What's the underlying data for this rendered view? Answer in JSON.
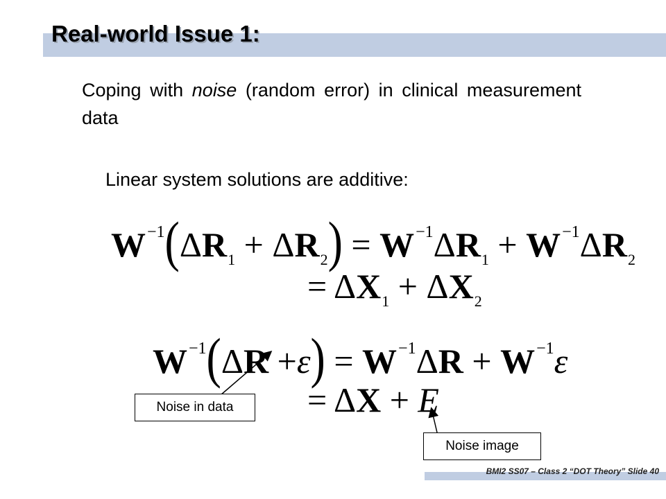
{
  "slide": {
    "title": "Real-world Issue 1:",
    "body": {
      "before": "Coping with ",
      "emph": "noise",
      "after": " (random error) in clinical measurement data"
    },
    "subheading": "Linear system solutions are additive:"
  },
  "equations": {
    "W": "W",
    "R": "R",
    "X": "X",
    "delta": "Δ",
    "plus": "+",
    "equals": "=",
    "inv": "−1",
    "lparen": "(",
    "rparen": ")",
    "one": "1",
    "two": "2",
    "epsilon": "ε",
    "E": "E"
  },
  "callouts": {
    "noise_in_data": "Noise in data",
    "noise_image": "Noise image"
  },
  "footer": "BMI2 SS07 – Class 2 “DOT Theory” Slide 40",
  "colors": {
    "title_bar": "#c0cde2",
    "footer_bar": "#c0cde2"
  }
}
